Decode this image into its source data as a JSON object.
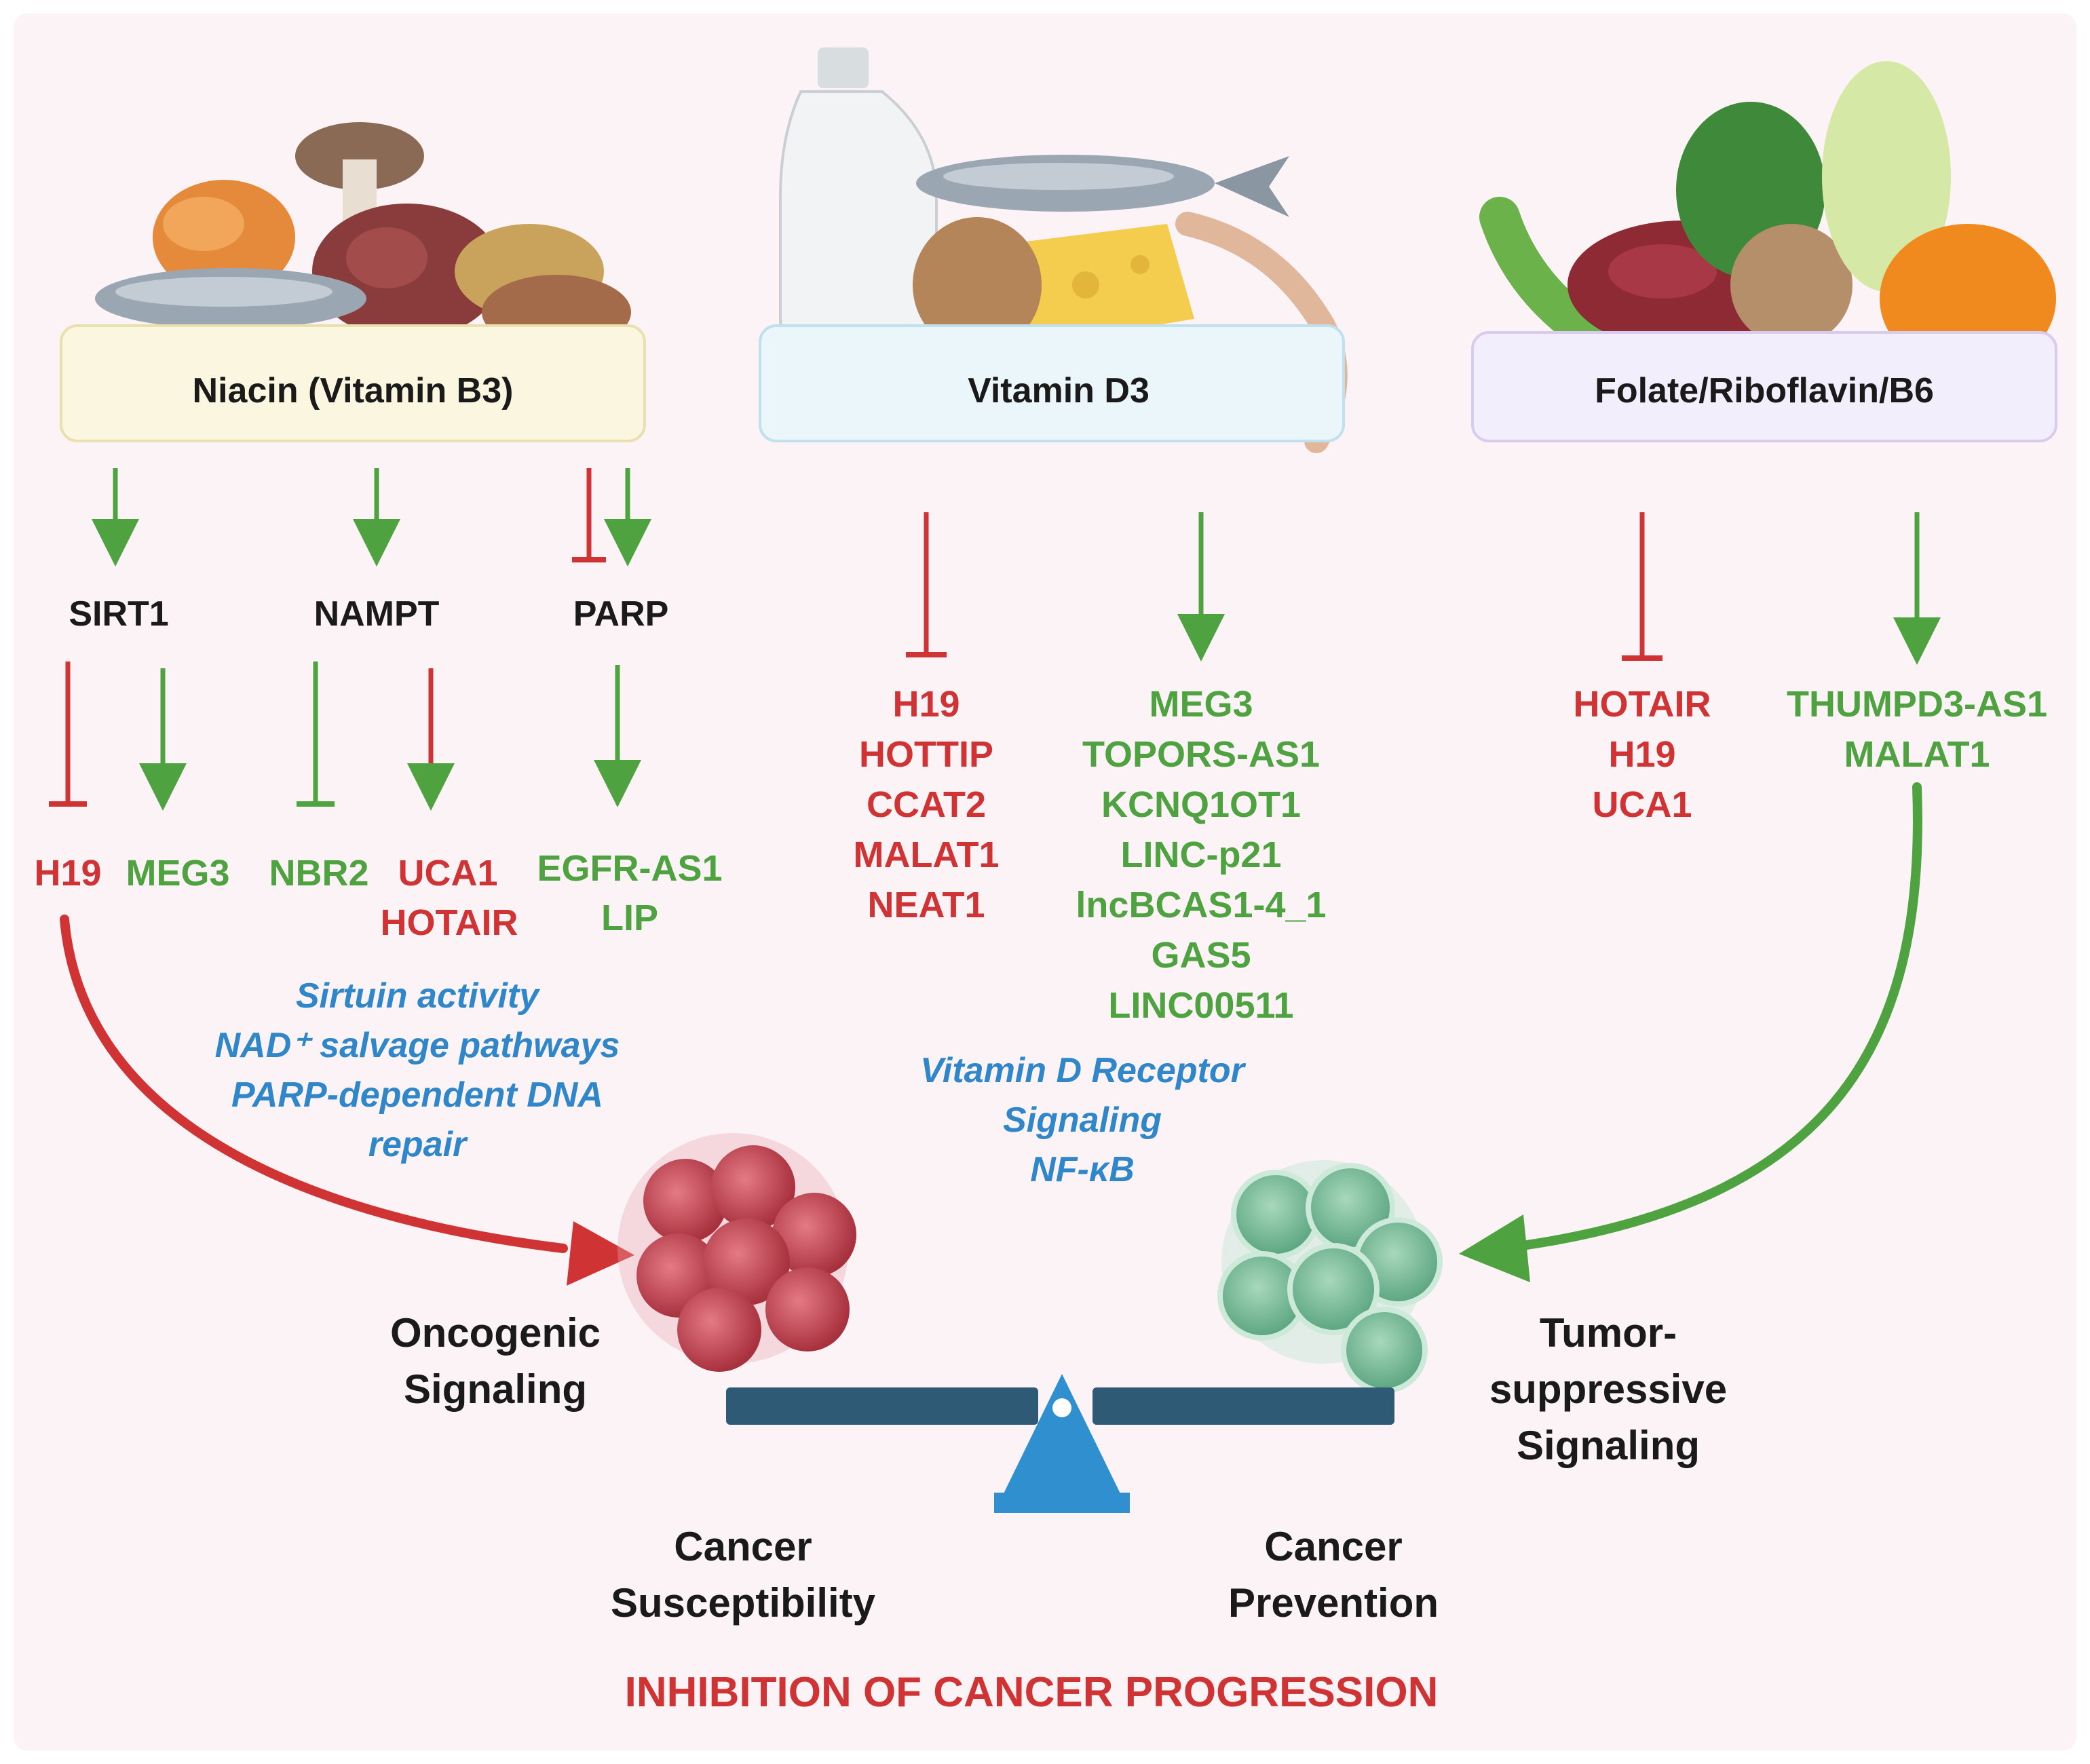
{
  "colors": {
    "inhibit_red": "#cf3333",
    "activate_green": "#4ea23f",
    "mechanism_blue": "#2f86c9",
    "niacin_box": "#fbf6e0",
    "vitd_box": "#eaf6fa",
    "folate_box": "#f3eefb",
    "scale": "#2f5a76",
    "fulcrum": "#2f8fcf"
  },
  "nutrients": {
    "niacin": "Niacin (Vitamin B3)",
    "vitd": "Vitamin D3",
    "folate": "Folate/Riboflavin/B6"
  },
  "niacin_targets": {
    "sirt1": "SIRT1",
    "nampt": "NAMPT",
    "parp": "PARP"
  },
  "niacin_lncrnas": {
    "h19": "H19",
    "meg3": "MEG3",
    "nbr2": "NBR2",
    "uca1": "UCA1",
    "hotair": "HOTAIR",
    "egfr_as1": "EGFR-AS1",
    "lip": "LIP"
  },
  "niacin_mechanisms": [
    "Sirtuin activity",
    "NAD⁺ salvage pathways",
    "PARP-dependent DNA",
    "repair"
  ],
  "vitd_down": [
    "H19",
    "HOTTIP",
    "CCAT2",
    "MALAT1",
    "NEAT1"
  ],
  "vitd_up": [
    "MEG3",
    "TOPORS-AS1",
    "KCNQ1OT1",
    "LINC-p21",
    "lncBCAS1-4_1",
    "GAS5",
    "LINC00511"
  ],
  "vitd_mechanisms": [
    "Vitamin D Receptor",
    "Signaling",
    "NF-κB"
  ],
  "folate_down": [
    "HOTAIR",
    "H19",
    "UCA1"
  ],
  "folate_up": [
    "THUMPD3-AS1",
    "MALAT1"
  ],
  "outcomes": {
    "oncogenic": [
      "Oncogenic",
      "Signaling"
    ],
    "tumor_suppressive": [
      "Tumor-",
      "suppressive",
      "Signaling"
    ],
    "susceptibility": [
      "Cancer",
      "Susceptibility"
    ],
    "prevention": [
      "Cancer",
      "Prevention"
    ]
  },
  "footer": "INHIBITION OF CANCER PROGRESSION",
  "icons": [
    "food-niacin-icon",
    "food-vitamin-d-icon",
    "food-folate-icon",
    "cancer-cell-cluster-icon",
    "healthy-cell-cluster-icon",
    "balance-scale-icon"
  ]
}
